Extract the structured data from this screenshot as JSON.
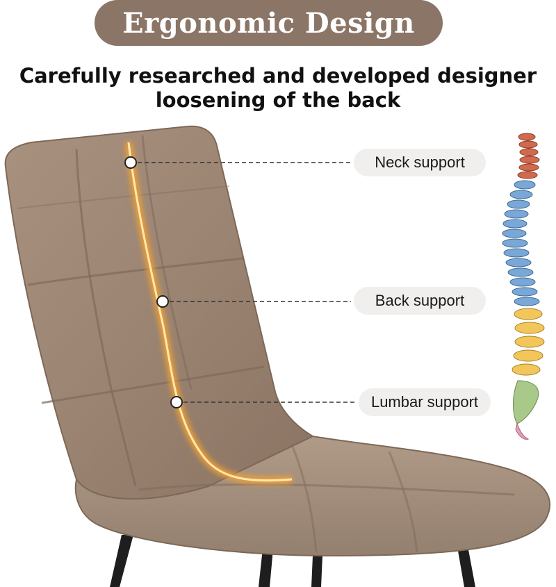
{
  "title": "Ergonomic Design",
  "subtitle_line1": "Carefully researched and developed designer",
  "subtitle_line2": "loosening of the back",
  "callouts": {
    "neck": "Neck support",
    "back": "Back support",
    "lumbar": "Lumbar support"
  },
  "colors": {
    "title_pill": "#8b7566",
    "chair_fabric": "#a38d7c",
    "spine_glow": "#f0a030",
    "label_pill": "#f1efee"
  }
}
